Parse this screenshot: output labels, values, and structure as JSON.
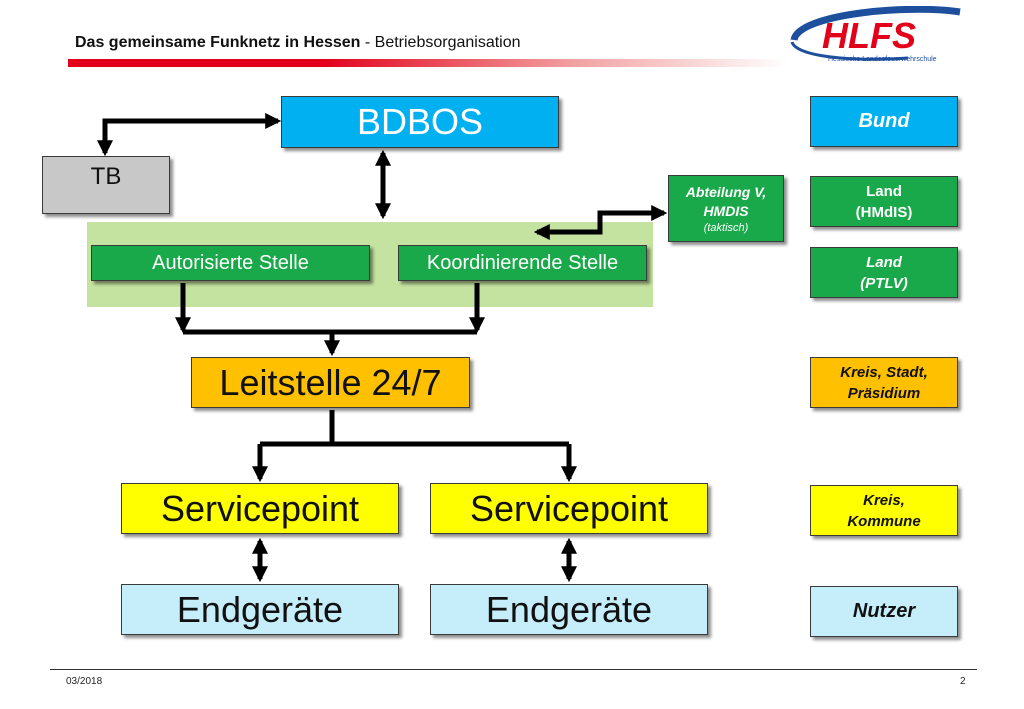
{
  "header": {
    "title_bold": "Das gemeinsame Funknetz in Hessen",
    "title_rest": " - Betriebsorganisation"
  },
  "logo": {
    "text": "HLFS",
    "subtitle": "Hessische Landesfeuerwehrschule",
    "colors": {
      "red": "#e2001a",
      "blue": "#1d4f9c"
    }
  },
  "nodes": {
    "bdbos": "BDBOS",
    "tb": "TB",
    "abteilung": {
      "line1": "Abteilung V,",
      "line2": "HMDIS",
      "line3": "(taktisch)"
    },
    "autorisierte": "Autorisierte Stelle",
    "koordinierende": "Koordinierende Stelle",
    "leitstelle": "Leitstelle 24/7",
    "servicepoint_left": "Servicepoint",
    "servicepoint_right": "Servicepoint",
    "endgeraete_left": "Endgeräte",
    "endgeraete_right": "Endgeräte"
  },
  "levels": {
    "bund": "Bund",
    "land_hmdis": {
      "line1": "Land",
      "line2": "(HMdIS)"
    },
    "land_ptlv": {
      "line1": "Land",
      "line2": "(PTLV)"
    },
    "kreis_stadt": {
      "line1": "Kreis, Stadt,",
      "line2": "Präsidium"
    },
    "kreis_kommune": {
      "line1": "Kreis,",
      "line2": "Kommune"
    },
    "nutzer": "Nutzer"
  },
  "colors": {
    "blue": "#00b0f0",
    "grey": "#c8c8c8",
    "green": "#1aa94a",
    "green_band": "#c4e3a0",
    "orange": "#ffc000",
    "yellow": "#ffff00",
    "light_blue": "#c6eefa",
    "accent_red": "#e2001a"
  },
  "footer": {
    "date": "03/2018",
    "page": "2"
  }
}
